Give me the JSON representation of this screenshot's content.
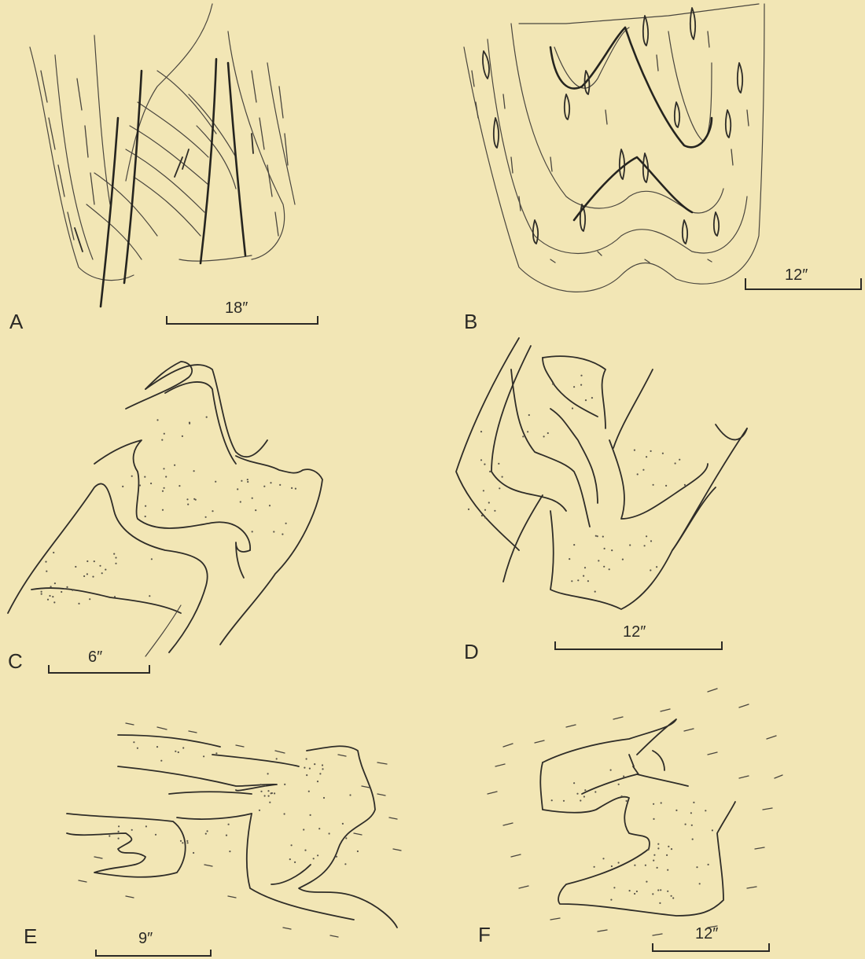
{
  "panels": [
    {
      "letter": "A",
      "scale": "18″"
    },
    {
      "letter": "B",
      "scale": "12″"
    },
    {
      "letter": "C",
      "scale": "6″"
    },
    {
      "letter": "D",
      "scale": "12″"
    },
    {
      "letter": "E",
      "scale": "9″"
    },
    {
      "letter": "F",
      "scale": "12″"
    }
  ],
  "colors": {
    "paper": "#f2e6b5",
    "ink": "#2b2a26"
  }
}
